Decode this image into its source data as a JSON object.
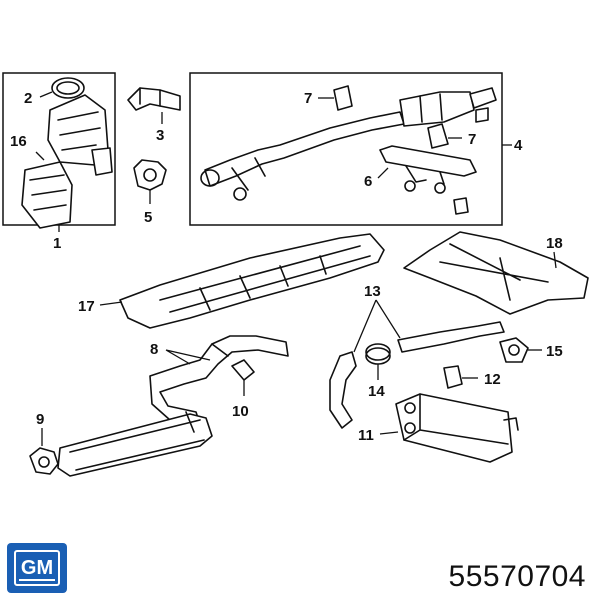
{
  "diagram": {
    "callouts": [
      "1",
      "2",
      "3",
      "4",
      "5",
      "6",
      "7",
      "7",
      "8",
      "9",
      "10",
      "11",
      "12",
      "13",
      "14",
      "15",
      "16",
      "17",
      "18"
    ],
    "logo_text": "GM",
    "logo_color": "#1a5fb4",
    "part_number": "55570704"
  }
}
